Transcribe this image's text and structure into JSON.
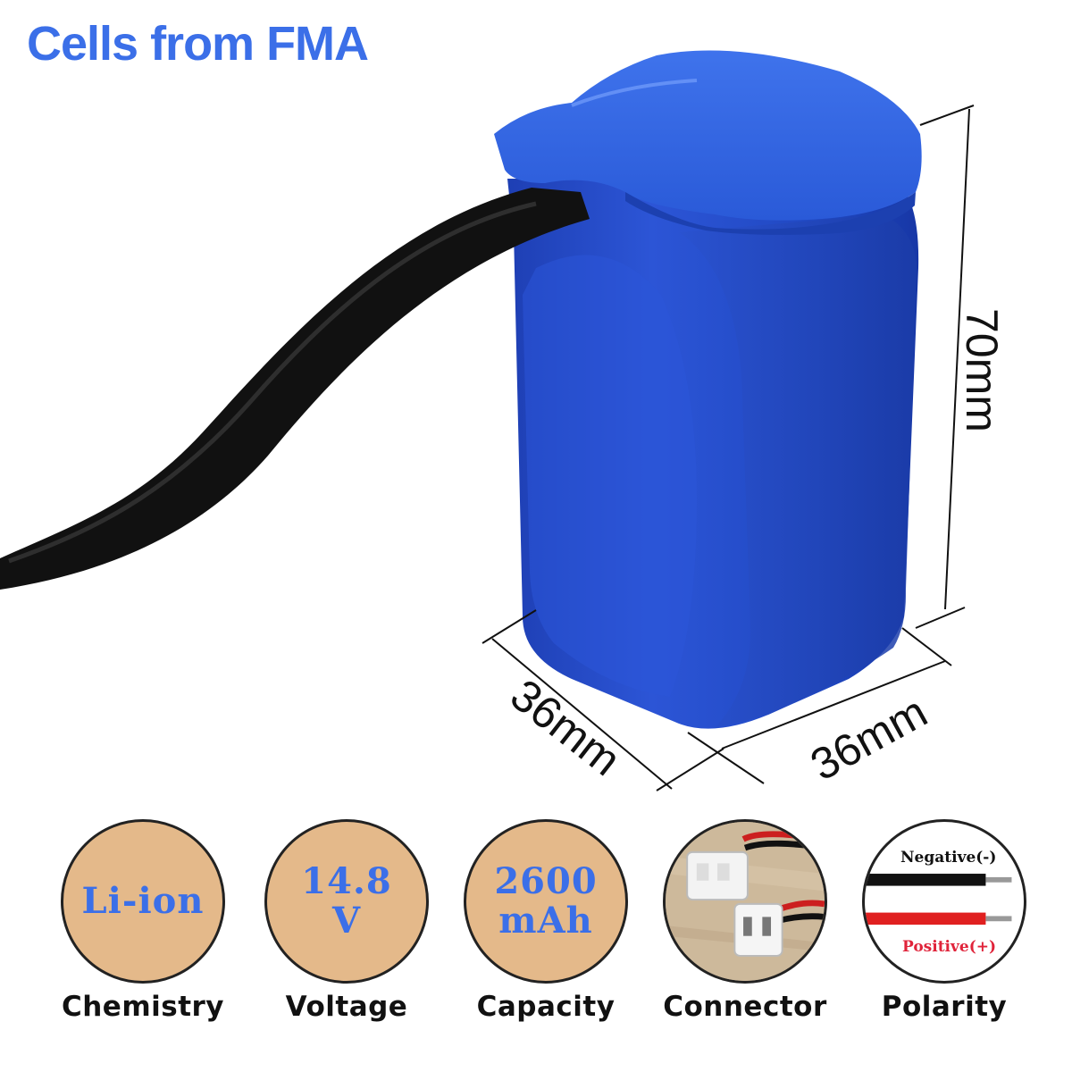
{
  "header": {
    "title": "Cells from FMA"
  },
  "dimensions": {
    "height": "70mm",
    "depth": "36mm",
    "width": "36mm"
  },
  "specs": [
    {
      "value": "Li-ion",
      "caption": "Chemistry"
    },
    {
      "value": "14.8\nV",
      "caption": "Voltage"
    },
    {
      "value": "2600\nmAh",
      "caption": "Capacity"
    },
    {
      "caption": "Connector"
    },
    {
      "caption": "Polarity",
      "negative_label": "Negative(-)",
      "positive_label": "Positive(+)"
    }
  ],
  "colors": {
    "title": "#3B6FE8",
    "spec_value": "#3B6FE8",
    "badge_fill": "#E4B98A",
    "battery_blue": "#2350C8",
    "negative_label": "#111111",
    "positive_label": "#E0233A"
  },
  "icons": [
    "battery-pack-image",
    "cable-image",
    "connector-photo",
    "polarity-wires-image"
  ]
}
